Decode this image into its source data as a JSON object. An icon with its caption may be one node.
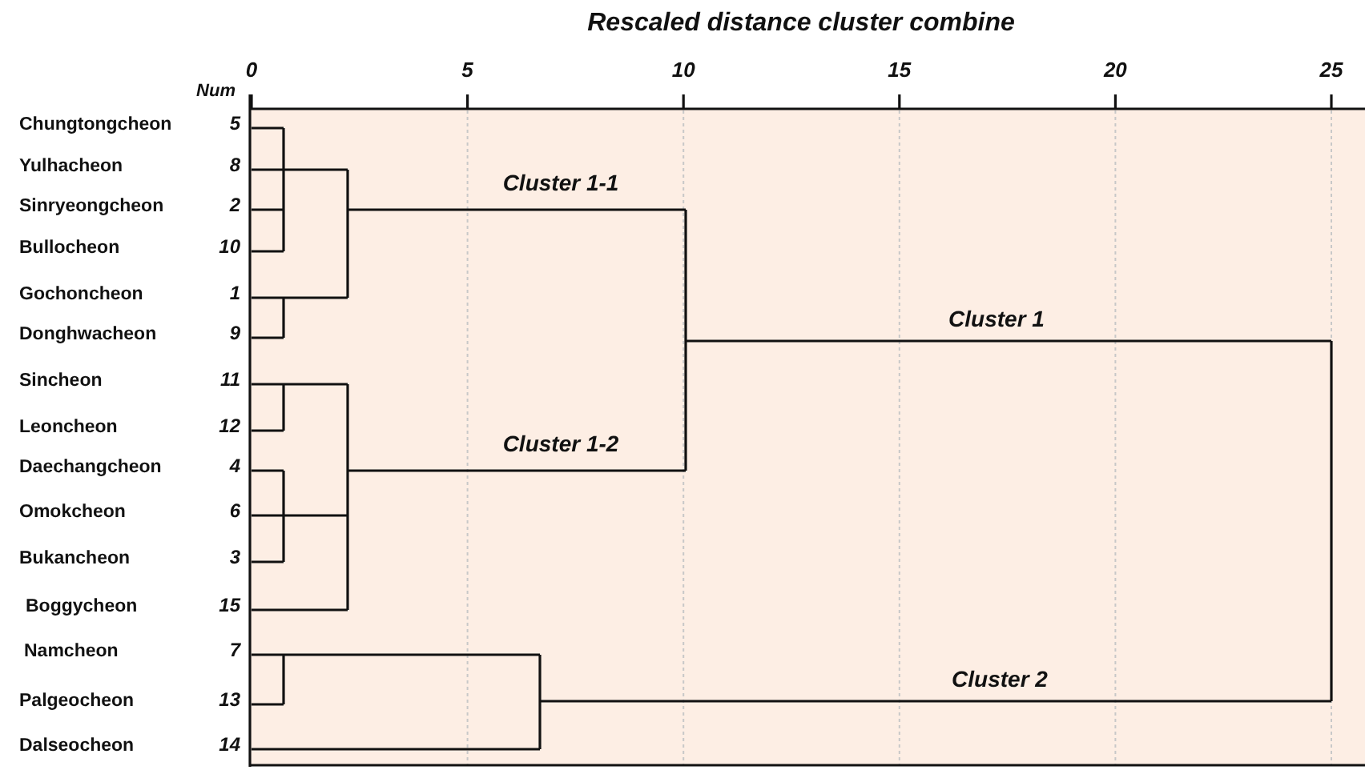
{
  "diagram": {
    "title": "Rescaled distance cluster combine",
    "labels": [
      "0",
      "5",
      "10",
      "15",
      "20",
      "25",
      "Num",
      "Chungtongcheon",
      "5",
      "Yulhacheon",
      "8",
      "Sinryeongcheon",
      "2",
      "Bullocheon",
      "10",
      "Gochoncheon",
      "1",
      "Donghwacheon",
      "9",
      "Sincheon",
      "11",
      "Leoncheon",
      "12",
      "Daechangcheon",
      "4",
      "Omokcheon",
      "6",
      "Bukancheon",
      "3",
      "Boggycheon",
      "15",
      "Namcheon",
      "7",
      "Palgeocheon",
      "13",
      "Dalseocheon",
      "14",
      "Cluster 1-1",
      "Cluster 1",
      "Cluster 1-2",
      "Cluster 2"
    ]
  }
}
